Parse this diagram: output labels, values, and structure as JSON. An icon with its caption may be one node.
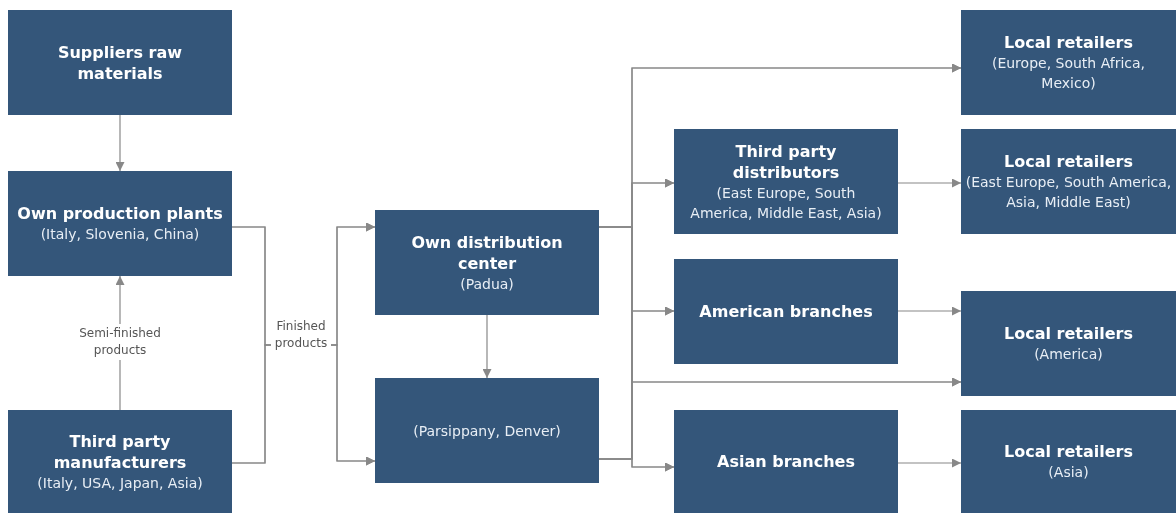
{
  "diagram": {
    "nodes": [
      {
        "text": [
          "Suppliers raw materials"
        ]
      },
      {
        "text": [
          "Own production plants",
          "(Italy, Slovenia, China)"
        ]
      },
      {
        "text": [
          "Third party manufacturers",
          "(Italy, USA, Japan, Asia)"
        ]
      },
      {
        "text": [
          "Own distribution center",
          "(Padua)"
        ]
      },
      {
        "text": [
          "(Parsippany, Denver)"
        ]
      },
      {
        "text": [
          "Third party distributors",
          "(East Europe, South America, Middle East, Asia)"
        ]
      },
      {
        "text": [
          "American branches"
        ]
      },
      {
        "text": [
          "Asian branches"
        ]
      },
      {
        "text": [
          "Local retailers",
          "(Europe, South Africa, Mexico)"
        ]
      },
      {
        "text": [
          "Local retailers",
          "(East Europe, South America, Asia, Middle East)"
        ]
      },
      {
        "text": [
          "Local retailers",
          "(America)"
        ]
      },
      {
        "text": [
          "Local retailers",
          "(Asia)"
        ]
      }
    ],
    "edges": [
      {
        "from": 0,
        "to": 1,
        "arrow": "to"
      },
      {
        "from": 2,
        "to": 1,
        "arrow": "to",
        "label": "Semi-finished products"
      },
      {
        "from": 1,
        "to": 3,
        "arrow": "to",
        "label": "Finished products"
      },
      {
        "from": 1,
        "to": 4,
        "arrow": "to"
      },
      {
        "from": 2,
        "to": 3,
        "arrow": "to"
      },
      {
        "from": 2,
        "to": 4,
        "arrow": "to"
      },
      {
        "from": 3,
        "to": 4,
        "arrow": "to"
      },
      {
        "from": 3,
        "to": 8,
        "arrow": "to"
      },
      {
        "from": 3,
        "to": 5,
        "arrow": "to"
      },
      {
        "from": 3,
        "to": 6,
        "arrow": "to"
      },
      {
        "from": 3,
        "to": 10,
        "arrow": "to"
      },
      {
        "from": 3,
        "to": 7,
        "arrow": "to"
      },
      {
        "from": 4,
        "to": 8,
        "arrow": "to"
      },
      {
        "from": 4,
        "to": 5,
        "arrow": "to"
      },
      {
        "from": 4,
        "to": 6,
        "arrow": "to"
      },
      {
        "from": 4,
        "to": 10,
        "arrow": "to"
      },
      {
        "from": 4,
        "to": 7,
        "arrow": "to"
      },
      {
        "from": 5,
        "to": 9,
        "arrow": "to"
      },
      {
        "from": 6,
        "to": 10,
        "arrow": "to"
      },
      {
        "from": 7,
        "to": 11,
        "arrow": "to"
      }
    ]
  }
}
